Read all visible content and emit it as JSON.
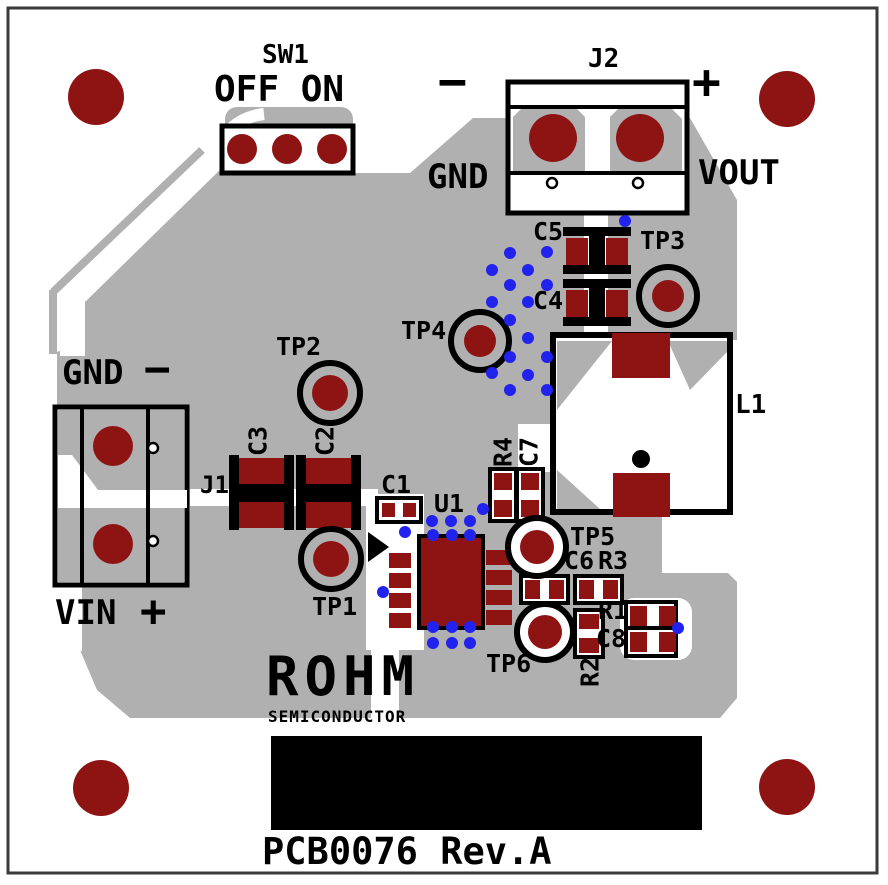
{
  "colors": {
    "pad_red": "#8e1414",
    "via_blue": "#2222ee",
    "copper_gray": "#b0b0b0",
    "silk_black": "#000000",
    "board_white": "#ffffff"
  },
  "silkscreen": {
    "board_id": "PCB0076 Rev.A",
    "logo": "ROHM",
    "logo_sub": "SEMICONDUCTOR",
    "sw1": {
      "ref": "SW1",
      "state": "OFF ON"
    },
    "j2": {
      "ref": "J2",
      "minus": "−",
      "plus": "+",
      "gnd": "GND",
      "vout": "VOUT"
    },
    "j1": {
      "ref": "J1",
      "gnd": "GND",
      "minus": "−",
      "vin": "VIN",
      "plus": "+"
    },
    "testpoints": {
      "tp1": "TP1",
      "tp2": "TP2",
      "tp3": "TP3",
      "tp4": "TP4",
      "tp5": "TP5",
      "tp6": "TP6"
    },
    "components": {
      "c1": "C1",
      "c2": "C2",
      "c3": "C3",
      "c4": "C4",
      "c5": "C5",
      "c6": "C6",
      "c7": "C7",
      "c8": "C8",
      "r1": "R1",
      "r2": "R2",
      "r3": "R3",
      "r4": "R4",
      "u1": "U1",
      "l1": "L1"
    }
  }
}
